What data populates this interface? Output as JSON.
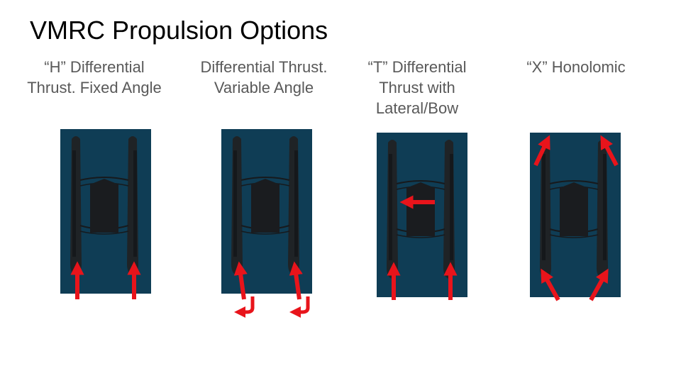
{
  "slide": {
    "title": "VMRC Propulsion Options"
  },
  "colors": {
    "background": "#ffffff",
    "water": "#0f3d55",
    "hull": "#202428",
    "arrow": "#e8141b",
    "caption": "#595959"
  },
  "options": [
    {
      "caption": "“H” Differential Thrust. Fixed Angle",
      "icon": "boat-topview-h-config"
    },
    {
      "caption": "Differential Thrust. Variable Angle",
      "icon": "boat-topview-variable-angle"
    },
    {
      "caption": "“T” Differential Thrust with Lateral/Bow",
      "icon": "boat-topview-t-config"
    },
    {
      "caption": "“X” Honolomic",
      "icon": "boat-topview-x-config"
    }
  ]
}
